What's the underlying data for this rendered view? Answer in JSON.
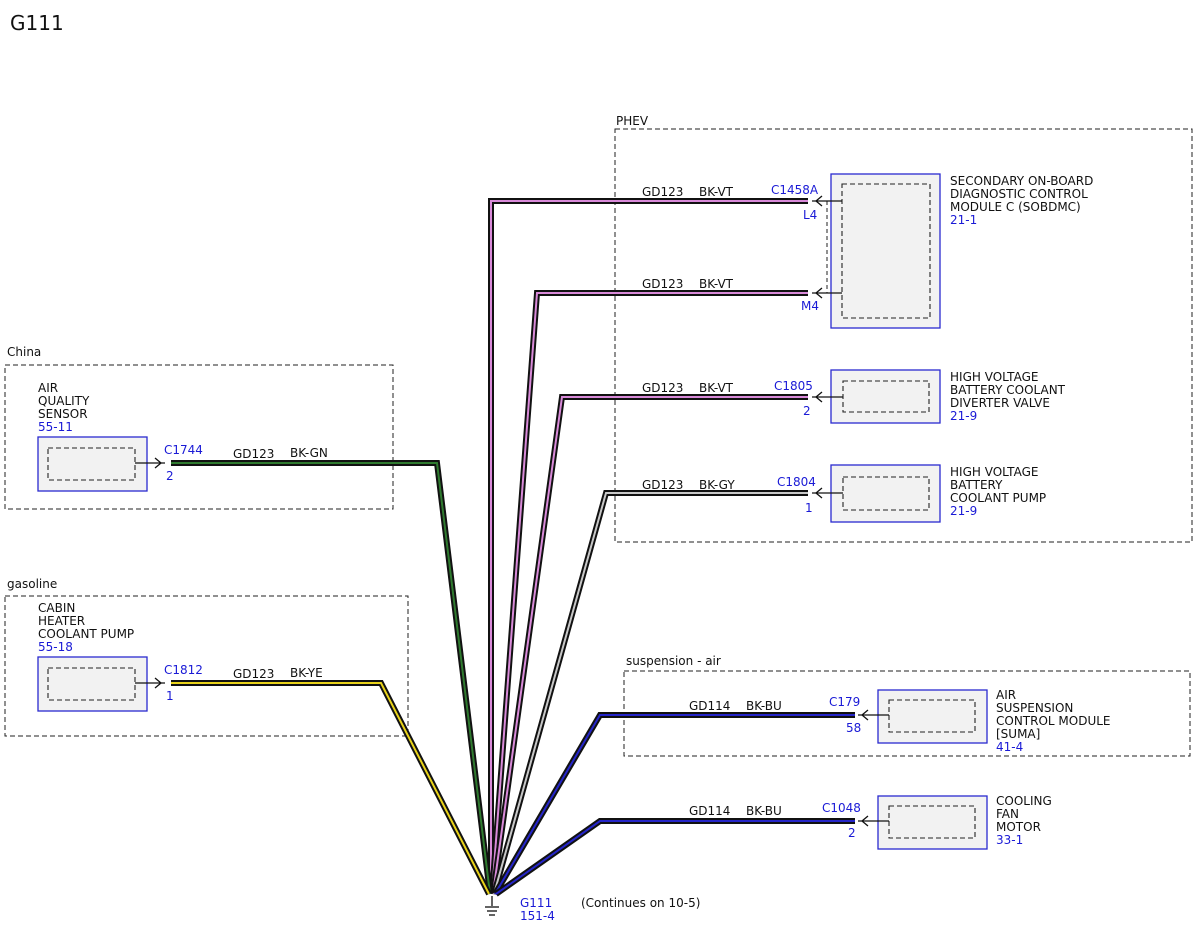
{
  "title": "G111",
  "groups": {
    "phev": "PHEV",
    "china": "China",
    "gasoline": "gasoline",
    "suspension": "suspension - air"
  },
  "colors": {
    "BK-VT": "#d98ad9",
    "BK-GN": "#2f7a2f",
    "BK-YE": "#e8d21a",
    "BK-GY": "#c8c8c8",
    "BK-BU": "#2525c8",
    "wire_outline": "#111111",
    "ref_blue": "#1a1ad6"
  },
  "components": [
    {
      "id": "sobdmc",
      "lines": [
        "SECONDARY ON-BOARD",
        "DIAGNOSTIC CONTROL",
        "MODULE C (SOBDMC)"
      ],
      "ref": "21-1"
    },
    {
      "id": "hvbcdv",
      "lines": [
        "HIGH VOLTAGE",
        "BATTERY COOLANT",
        "DIVERTER VALVE"
      ],
      "ref": "21-9"
    },
    {
      "id": "hvbcp",
      "lines": [
        "HIGH VOLTAGE",
        "BATTERY",
        "COOLANT PUMP"
      ],
      "ref": "21-9"
    },
    {
      "id": "aqs",
      "lines": [
        "AIR",
        "QUALITY",
        "SENSOR"
      ],
      "ref": "55-11"
    },
    {
      "id": "chcp",
      "lines": [
        "CABIN",
        "HEATER",
        "COOLANT PUMP"
      ],
      "ref": "55-18"
    },
    {
      "id": "suma",
      "lines": [
        "AIR",
        "SUSPENSION",
        "CONTROL MODULE",
        "[SUMA]"
      ],
      "ref": "41-4"
    },
    {
      "id": "cfm",
      "lines": [
        "COOLING",
        "FAN",
        "MOTOR"
      ],
      "ref": "33-1"
    }
  ],
  "wires": [
    {
      "id": "w1",
      "circuit": "GD123",
      "color": "BK-VT",
      "connector": "C1458A",
      "pin": "L4"
    },
    {
      "id": "w2",
      "circuit": "GD123",
      "color": "BK-VT",
      "connector": "",
      "pin": "M4"
    },
    {
      "id": "w3",
      "circuit": "GD123",
      "color": "BK-VT",
      "connector": "C1805",
      "pin": "2"
    },
    {
      "id": "w4",
      "circuit": "GD123",
      "color": "BK-GY",
      "connector": "C1804",
      "pin": "1"
    },
    {
      "id": "w5",
      "circuit": "GD123",
      "color": "BK-GN",
      "connector": "C1744",
      "pin": "2"
    },
    {
      "id": "w6",
      "circuit": "GD123",
      "color": "BK-YE",
      "connector": "C1812",
      "pin": "1"
    },
    {
      "id": "w7",
      "circuit": "GD114",
      "color": "BK-BU",
      "connector": "C179",
      "pin": "58"
    },
    {
      "id": "w8",
      "circuit": "GD114",
      "color": "BK-BU",
      "connector": "C1048",
      "pin": "2"
    }
  ],
  "ground": {
    "name": "G111",
    "ref": "151-4",
    "note": "(Continues on 10-5)"
  }
}
